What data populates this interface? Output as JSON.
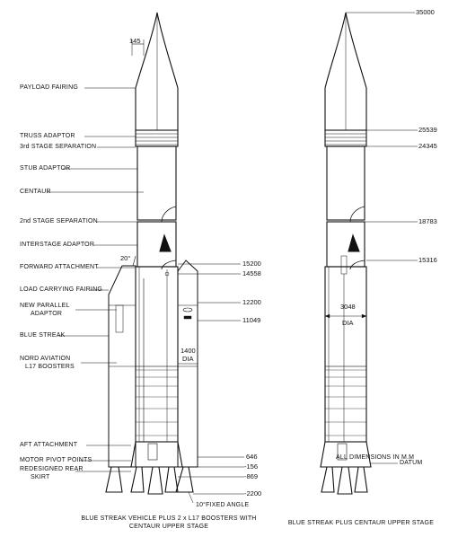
{
  "labels": {
    "payload_fairing": "PAYLOAD FAIRING",
    "truss_adaptor": "TRUSS ADAPTOR",
    "stage3_sep": "3rd STAGE SEPARATION",
    "stub_adaptor": "STUB ADAPTOR",
    "centaur": "CENTAUR",
    "stage2_sep": "2nd STAGE SEPARATION",
    "interstage_adaptor": "INTERSTAGE ADAPTOR",
    "forward_attachment": "FORWARD ATTACHMENT",
    "load_carrying_fairing": "LOAD CARRYING FAIRING",
    "new_parallel_1": "NEW PARALLEL",
    "new_parallel_2": "ADAPTOR",
    "blue_streak": "BLUE STREAK",
    "nord_aviation_1": "NORD AVIATION",
    "nord_aviation_2": "L17 BOOSTERS",
    "aft_attachment": "AFT ATTACHMENT",
    "motor_pivot": "MOTOR PIVOT POINTS",
    "redesigned_rear_1": "REDESIGNED REAR",
    "redesigned_rear_2": "SKIRT",
    "all_dimensions": "ALL DIMENSIONS IN M.M",
    "datum": "DATUM",
    "fixed_angle": "10°FIXED ANGLE"
  },
  "dimensions": {
    "d35000": "35000",
    "d25539": "25539",
    "d24345": "24345",
    "d18783": "18783",
    "d15316": "15316",
    "d15200": "15200",
    "d14558": "14558",
    "d12200": "12200",
    "d11049": "11049",
    "d646": "646",
    "dm156": "-156",
    "dm869": "-869",
    "dm2200": "-2200",
    "d145": "145",
    "d20": "20°",
    "dia3048_1": "3048",
    "dia3048_2": "DIA",
    "dia1400_1": "1400",
    "dia1400_2": "DIA"
  },
  "captions": {
    "left_1": "BLUE STREAK VEHICLE PLUS 2 x L17 BOOSTERS WITH",
    "left_2": "CENTAUR UPPER STAGE",
    "right": "BLUE STREAK PLUS CENTAUR UPPER STAGE"
  }
}
